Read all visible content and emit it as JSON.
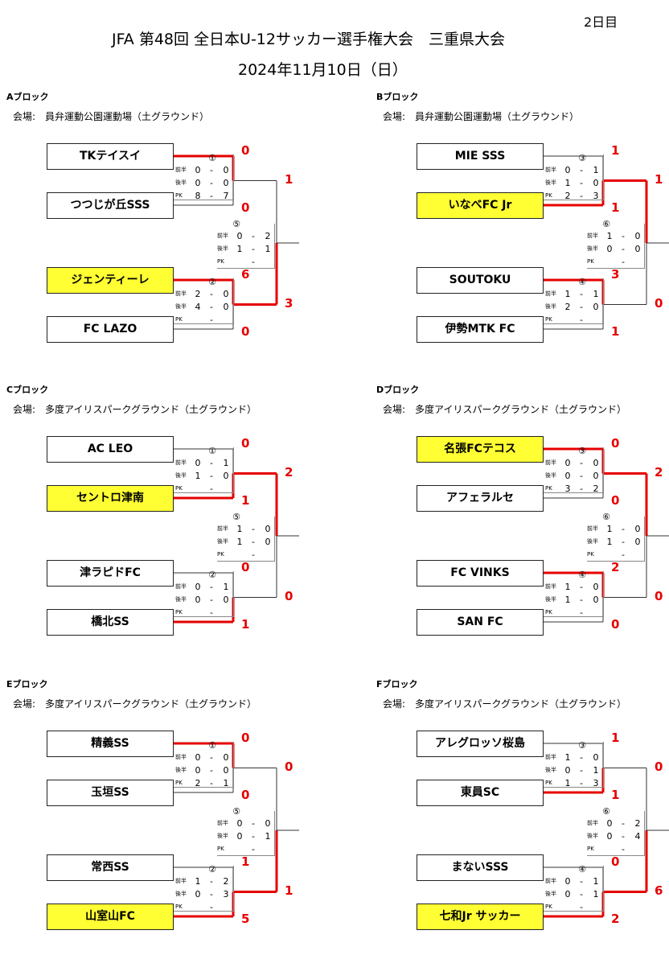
{
  "header": {
    "title": "JFA 第48回 全日本U-12サッカー選手権大会　三重県大会",
    "day": "2日目",
    "date": "2024年11月10日（日）"
  },
  "labels": {
    "first_half": "前半",
    "second_half": "後半",
    "pk": "PK",
    "dash": "-"
  },
  "blocks": [
    {
      "name": "Aブロック",
      "venue": "会場:　員弁運動公園運動場（土グラウンド）",
      "teams": [
        "TKテイスイ",
        "つつじが丘SSS",
        "ジェンティーレ",
        "FC LAZO"
      ],
      "highlight": [
        false,
        false,
        true,
        false
      ],
      "team_scores": [
        "0",
        "0",
        "6",
        "0"
      ],
      "final_scores": [
        "1",
        "3"
      ],
      "winners": [
        0,
        2,
        1
      ],
      "matches": [
        {
          "no": "①",
          "rows": [
            [
              "0",
              "0"
            ],
            [
              "0",
              "0"
            ],
            [
              "8",
              "7"
            ]
          ]
        },
        {
          "no": "②",
          "rows": [
            [
              "2",
              "0"
            ],
            [
              "4",
              "0"
            ],
            [
              "",
              ""
            ]
          ]
        },
        {
          "no": "⑤",
          "rows": [
            [
              "0",
              "2"
            ],
            [
              "1",
              "1"
            ],
            [
              "",
              ""
            ]
          ]
        }
      ]
    },
    {
      "name": "Bブロック",
      "venue": "会場:　員弁運動公園運動場（土グラウンド）",
      "teams": [
        "MIE SSS",
        "いなべFC Jr",
        "SOUTOKU",
        "伊勢MTK FC"
      ],
      "highlight": [
        false,
        true,
        false,
        false
      ],
      "team_scores": [
        "1",
        "1",
        "3",
        "1"
      ],
      "final_scores": [
        "1",
        "0"
      ],
      "winners": [
        1,
        2,
        0
      ],
      "matches": [
        {
          "no": "③",
          "rows": [
            [
              "0",
              "1"
            ],
            [
              "1",
              "0"
            ],
            [
              "2",
              "3"
            ]
          ]
        },
        {
          "no": "④",
          "rows": [
            [
              "1",
              "1"
            ],
            [
              "2",
              "0"
            ],
            [
              "",
              ""
            ]
          ]
        },
        {
          "no": "⑥",
          "rows": [
            [
              "1",
              "0"
            ],
            [
              "0",
              "0"
            ],
            [
              "",
              ""
            ]
          ]
        }
      ]
    },
    {
      "name": "Cブロック",
      "venue": "会場:　多度アイリスパークグラウンド（土グラウンド）",
      "teams": [
        "AC LEO",
        "セントロ津南",
        "津ラピドFC",
        "橋北SS"
      ],
      "highlight": [
        false,
        true,
        false,
        false
      ],
      "team_scores": [
        "0",
        "1",
        "0",
        "1"
      ],
      "final_scores": [
        "2",
        "0"
      ],
      "winners": [
        1,
        3,
        0
      ],
      "matches": [
        {
          "no": "①",
          "rows": [
            [
              "0",
              "1"
            ],
            [
              "1",
              "0"
            ],
            [
              "",
              ""
            ]
          ]
        },
        {
          "no": "②",
          "rows": [
            [
              "0",
              "1"
            ],
            [
              "0",
              "0"
            ],
            [
              "",
              ""
            ]
          ]
        },
        {
          "no": "⑤",
          "rows": [
            [
              "1",
              "0"
            ],
            [
              "1",
              "0"
            ],
            [
              "",
              ""
            ]
          ]
        }
      ]
    },
    {
      "name": "Dブロック",
      "venue": "会場:　多度アイリスパークグラウンド（土グラウンド）",
      "teams": [
        "名張FCテコス",
        "アフェラルセ",
        "FC VINKS",
        "SAN FC"
      ],
      "highlight": [
        true,
        false,
        false,
        false
      ],
      "team_scores": [
        "0",
        "0",
        "2",
        "0"
      ],
      "final_scores": [
        "2",
        "0"
      ],
      "winners": [
        0,
        2,
        0
      ],
      "matches": [
        {
          "no": "③",
          "rows": [
            [
              "0",
              "0"
            ],
            [
              "0",
              "0"
            ],
            [
              "3",
              "2"
            ]
          ]
        },
        {
          "no": "④",
          "rows": [
            [
              "1",
              "0"
            ],
            [
              "1",
              "0"
            ],
            [
              "",
              ""
            ]
          ]
        },
        {
          "no": "⑥",
          "rows": [
            [
              "1",
              "0"
            ],
            [
              "1",
              "0"
            ],
            [
              "",
              ""
            ]
          ]
        }
      ]
    },
    {
      "name": "Eブロック",
      "venue": "会場:　多度アイリスパークグラウンド（土グラウンド）",
      "teams": [
        "精義SS",
        "玉垣SS",
        "常西SS",
        "山室山FC"
      ],
      "highlight": [
        false,
        false,
        false,
        true
      ],
      "team_scores": [
        "0",
        "0",
        "1",
        "5"
      ],
      "final_scores": [
        "0",
        "1"
      ],
      "winners": [
        0,
        3,
        1
      ],
      "matches": [
        {
          "no": "①",
          "rows": [
            [
              "0",
              "0"
            ],
            [
              "0",
              "0"
            ],
            [
              "2",
              "1"
            ]
          ]
        },
        {
          "no": "②",
          "rows": [
            [
              "1",
              "2"
            ],
            [
              "0",
              "3"
            ],
            [
              "",
              ""
            ]
          ]
        },
        {
          "no": "⑤",
          "rows": [
            [
              "0",
              "0"
            ],
            [
              "0",
              "1"
            ],
            [
              "",
              ""
            ]
          ]
        }
      ]
    },
    {
      "name": "Fブロック",
      "venue": "会場:　多度アイリスパークグラウンド（土グラウンド）",
      "teams": [
        "アレグロッソ桜島",
        "東員SC",
        "まないSSS",
        "七和Jr サッカー"
      ],
      "highlight": [
        false,
        false,
        false,
        true
      ],
      "team_scores": [
        "1",
        "1",
        "0",
        "2"
      ],
      "final_scores": [
        "0",
        "6"
      ],
      "winners": [
        1,
        3,
        1
      ],
      "matches": [
        {
          "no": "③",
          "rows": [
            [
              "1",
              "0"
            ],
            [
              "0",
              "1"
            ],
            [
              "1",
              "3"
            ]
          ]
        },
        {
          "no": "④",
          "rows": [
            [
              "0",
              "1"
            ],
            [
              "0",
              "1"
            ],
            [
              "",
              ""
            ]
          ]
        },
        {
          "no": "⑥",
          "rows": [
            [
              "0",
              "2"
            ],
            [
              "0",
              "4"
            ],
            [
              "",
              ""
            ]
          ]
        }
      ]
    }
  ]
}
